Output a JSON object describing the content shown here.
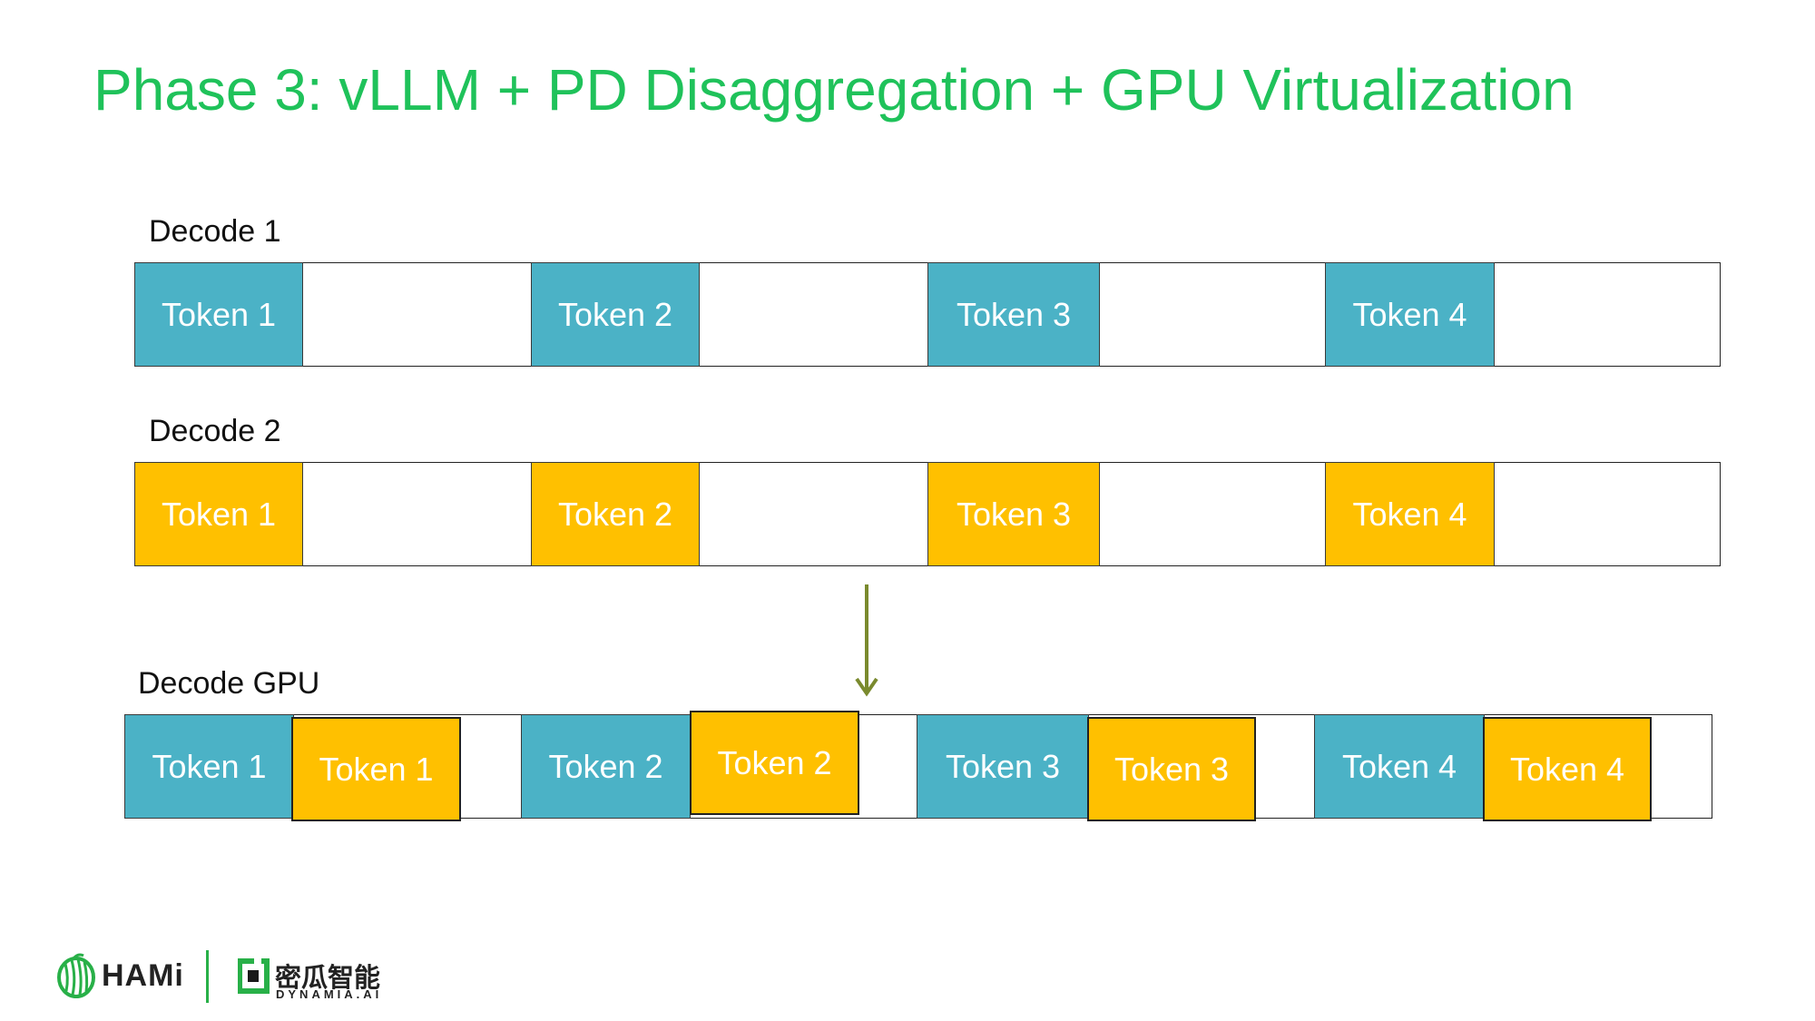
{
  "title": "Phase 3: vLLM + PD Disaggregation + GPU Virtualization",
  "colors": {
    "title": "#1fc25a",
    "decode1_token": "#4bb2c6",
    "decode2_token": "#ffc000",
    "arrow": "#7a8a2e",
    "brand_green": "#28b048"
  },
  "rows": {
    "decode1": {
      "label": "Decode 1",
      "tokens": [
        "Token 1",
        "Token 2",
        "Token 3",
        "Token 4"
      ]
    },
    "decode2": {
      "label": "Decode 2",
      "tokens": [
        "Token 1",
        "Token 2",
        "Token 3",
        "Token 4"
      ]
    },
    "gpu": {
      "label": "Decode GPU",
      "teal_tokens": [
        "Token 1",
        "Token 2",
        "Token 3",
        "Token 4"
      ],
      "gold_tokens": [
        "Token 1",
        "Token 2",
        "Token 3",
        "Token 4"
      ]
    }
  },
  "arrow_icon": "down-arrow-icon",
  "footer": {
    "hami_logo_text": "HAMi",
    "dynamia_cn": "密瓜智能",
    "dynamia_en": "DYNAMIA.AI"
  }
}
